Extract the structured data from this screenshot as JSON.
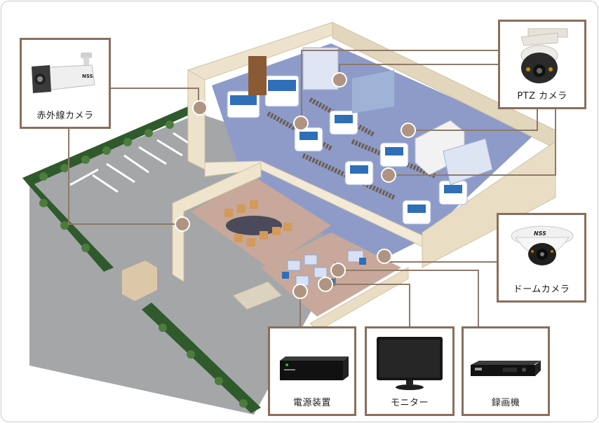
{
  "equipment": {
    "ir_camera": {
      "label": "赤外線カメラ",
      "brand": "NSS",
      "icon": "bullet-camera-icon"
    },
    "ptz_camera": {
      "label": "PTZ カメラ",
      "icon": "ptz-camera-icon"
    },
    "dome_camera": {
      "label": "ドームカメラ",
      "brand": "NSS",
      "icon": "dome-camera-icon"
    },
    "power_supply": {
      "label": "電源装置",
      "icon": "power-supply-icon"
    },
    "monitor": {
      "label": "モニター",
      "icon": "monitor-icon"
    },
    "recorder": {
      "label": "録画機",
      "icon": "recorder-icon"
    }
  },
  "colors": {
    "frame_border": "#8a6e5c",
    "connector": "#8f7a6a",
    "marker": "#b09482",
    "floor": "#8e9bc9",
    "wall": "#ede3cc",
    "hedge": "#2f5a2c",
    "asphalt": "#a4a6a8"
  }
}
